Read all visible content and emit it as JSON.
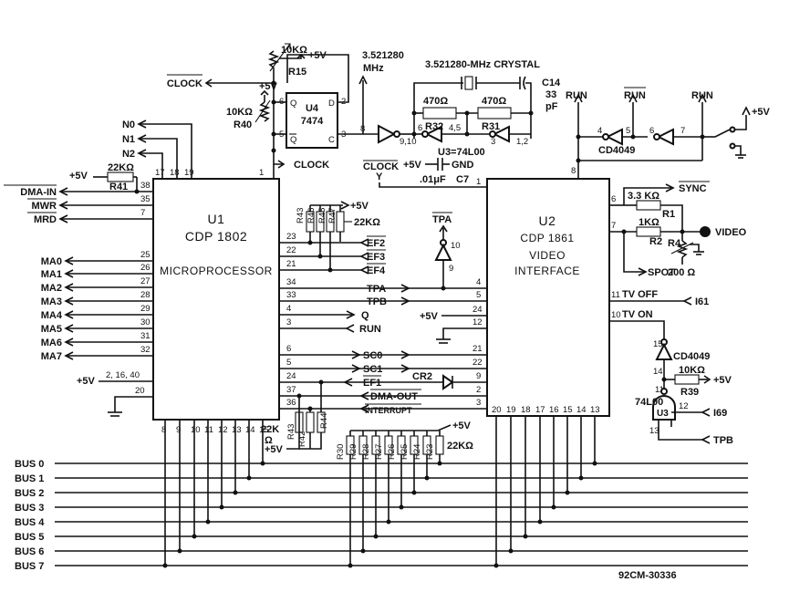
{
  "u1": {
    "ref": "U1",
    "part": "CDP 1802",
    "desc": "MICROPROCESSOR"
  },
  "u2": {
    "ref": "U2",
    "part": "CDP 1861",
    "desc1": "VIDEO",
    "desc2": "INTERFACE"
  },
  "u4": {
    "ref": "U4",
    "part": "7474",
    "q": "Q",
    "d": "D",
    "qb": "Q",
    "c": "C"
  },
  "u3_chip": {
    "label": "74L00",
    "ref": "U3"
  },
  "u3_note": "U3=74L00",
  "cd4049_top": "CD4049",
  "cd4049_low": "CD4049",
  "crystal": {
    "freq": "3.521280",
    "unit": "MHz",
    "label": "3.521280-MHz CRYSTAL",
    "c14": "C14",
    "c14v": "33",
    "c14u": "pF"
  },
  "r15": {
    "ref": "R15",
    "val": "10KΩ"
  },
  "r40": {
    "ref": "R40",
    "val": "10KΩ"
  },
  "r32": {
    "ref": "R32",
    "val": "470Ω"
  },
  "r31": {
    "ref": "R31",
    "val": "470Ω"
  },
  "r41": {
    "ref": "R41",
    "val": "22KΩ"
  },
  "r1": {
    "ref": "R1",
    "val": "3.3 KΩ"
  },
  "r2": {
    "ref": "R2",
    "val": "1KΩ"
  },
  "r4": {
    "ref": "R4",
    "val": "200 Ω"
  },
  "r39": {
    "ref": "R39",
    "val": "10KΩ"
  },
  "r_ef": {
    "refs": [
      "R43",
      "R46",
      "R45",
      "R47"
    ],
    "val": "22KΩ"
  },
  "r_low": {
    "refs": [
      "R43",
      "R42",
      "R44"
    ],
    "val": "22K",
    "unit": "Ω"
  },
  "r_bus": {
    "refs": [
      "R30",
      "R29",
      "R28",
      "R27",
      "R26",
      "R25",
      "R24",
      "R23"
    ],
    "val": "22KΩ"
  },
  "c7": {
    "ref": "C7",
    "val": ".01μF"
  },
  "cr2": "CR2",
  "power": {
    "p5v": "+5V",
    "gnd": "GND"
  },
  "signals": {
    "clock": "CLOCK",
    "clock_bar": "CLOCK",
    "clock_y": "Y",
    "run": "RUN",
    "run_bar": "RUN",
    "n0": "N0",
    "n1": "N1",
    "n2": "N2",
    "dma_in": "DMA-IN",
    "mwr": "MWR",
    "mrd": "MRD",
    "ma": [
      "MA0",
      "MA1",
      "MA2",
      "MA3",
      "MA4",
      "MA5",
      "MA6",
      "MA7"
    ],
    "ef2": "EF2",
    "ef3": "EF3",
    "ef4": "EF4",
    "tpa": "TPA",
    "tpb": "TPB",
    "q": "Q",
    "sc0": "SC0",
    "sc1": "SC1",
    "ef1": "EF1",
    "dma_out": "DMA-OUT",
    "interrupt": "INTERRUPT",
    "sync": "SYNC",
    "video": "VIDEO",
    "spot": "SPOT",
    "tv_off": "TV OFF",
    "tv_on": "TV ON",
    "i61": "I61",
    "i69": "I69",
    "tpb2": "TPB"
  },
  "bus": [
    "BUS 0",
    "BUS 1",
    "BUS 2",
    "BUS 3",
    "BUS 4",
    "BUS 5",
    "BUS 6",
    "BUS 7"
  ],
  "pins": {
    "u1_top": [
      "17",
      "18",
      "19"
    ],
    "u1_left": [
      "38",
      "35",
      "7",
      "25",
      "26",
      "27",
      "28",
      "29",
      "30",
      "31",
      "32",
      "2, 16, 40",
      "20"
    ],
    "u1_right": [
      "23",
      "22",
      "21",
      "34",
      "33",
      "4",
      "3",
      "6",
      "5",
      "24",
      "37",
      "36"
    ],
    "u1_bottom": [
      "8",
      "9",
      "10",
      "11",
      "12",
      "13",
      "14",
      "15"
    ],
    "u2_left": [
      "1",
      "4",
      "5",
      "24",
      "12",
      "21",
      "22",
      "9",
      "2",
      "3"
    ],
    "u2_right": [
      "6",
      "7",
      "11",
      "10"
    ],
    "u2_top": "8",
    "u2_bottom": [
      "20",
      "19",
      "18",
      "17",
      "16",
      "15",
      "14",
      "13"
    ],
    "u4": [
      "6",
      "2",
      "5",
      "3",
      "1"
    ],
    "chain": [
      "8",
      "9,10",
      "6",
      "4,5",
      "3",
      "1,2"
    ],
    "inv_top": [
      "4",
      "5",
      "6",
      "7"
    ],
    "tpa_inv": [
      "10",
      "9"
    ],
    "cd_low": [
      "15",
      "14"
    ],
    "u3": [
      "11",
      "12",
      "13"
    ]
  },
  "part_no": "92CM-30336"
}
